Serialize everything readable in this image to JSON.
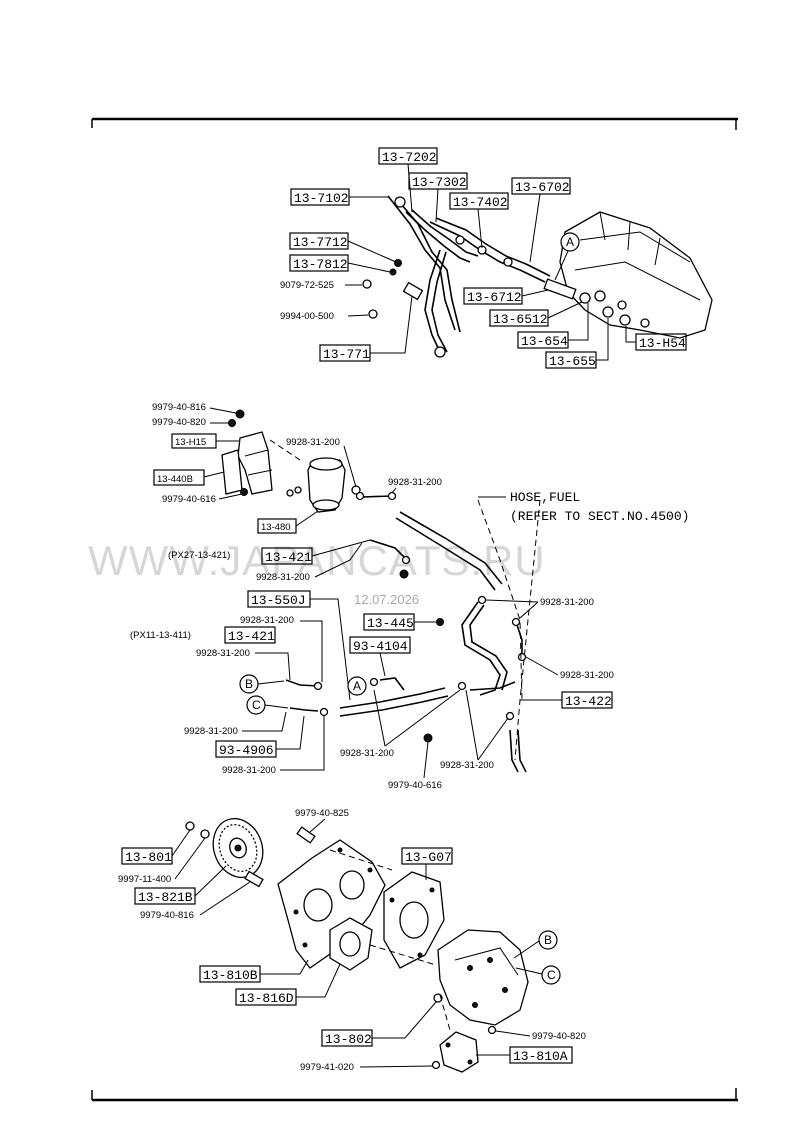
{
  "watermark": {
    "text": "WWW.JAPANCATS.RU",
    "date": "12.07.2026"
  },
  "top": {
    "p_7202": "13-7202",
    "p_7302": "13-7302",
    "p_6702": "13-6702",
    "p_7102": "13-7102",
    "p_7402": "13-7402",
    "p_7712": "13-7712",
    "p_7812": "13-7812",
    "p_9079": "9079-72-525",
    "p_9994": "9994-00-500",
    "p_771": "13-771",
    "p_6712": "13-6712",
    "p_6512": "13-6512",
    "p_654": "13-654",
    "p_655": "13-655",
    "p_h54": "13-H54",
    "marker_a": "A"
  },
  "middle": {
    "b_816": "9979-40-816",
    "b_820": "9979-40-820",
    "p_h15": "13-H15",
    "p_440b": "13-440B",
    "b_616a": "9979-40-616",
    "c_200a": "9928-31-200",
    "c_200b": "9928-31-200",
    "hose_note_1": "HOSE,FUEL",
    "hose_note_2": "(REFER TO SECT.NO.4500)",
    "p_480": "13-480",
    "ref_px27": "(PX27-13-421)",
    "p_421a": "13-421",
    "c_200c": "9928-31-200",
    "p_550j": "13-550J",
    "c_200d": "9928-31-200",
    "c_200e": "9928-31-200",
    "p_445": "13-445",
    "ref_px11": "(PX11-13-411)",
    "p_421b": "13-421",
    "c_200f": "9928-31-200",
    "p_93_4104": "93-4104",
    "c_200g": "9928-31-200",
    "p_422": "13-422",
    "marker_a": "A",
    "marker_b": "B",
    "marker_c": "C",
    "c_200h": "9928-31-200",
    "p_93_4906": "93-4906",
    "c_200i": "9928-31-200",
    "c_200j": "9928-31-200",
    "c_200k": "9928-31-200",
    "b_616b": "9979-40-616"
  },
  "bottom": {
    "b_825": "9979-40-825",
    "p_801": "13-801",
    "w_400": "9997-11-400",
    "p_821b": "13-821B",
    "b_816": "9979-40-816",
    "p_g07": "13-G07",
    "marker_b": "B",
    "marker_c": "C",
    "p_810b": "13-810B",
    "p_816d": "13-816D",
    "p_802": "13-802",
    "b_820": "9979-40-820",
    "b_020": "9979-41-020",
    "p_810a": "13-810A"
  }
}
